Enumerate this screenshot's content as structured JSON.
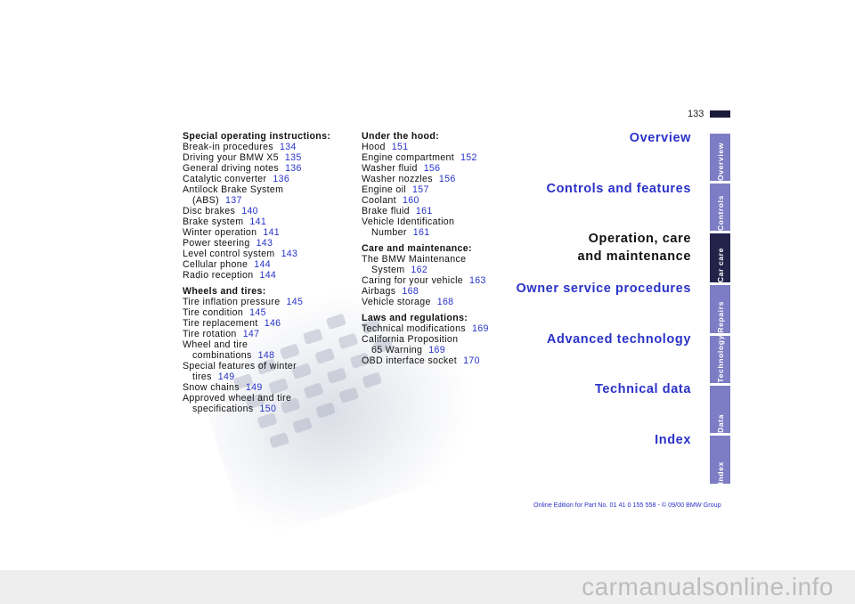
{
  "page_number": "133",
  "left_column": [
    {
      "heading": "Special operating instructions:",
      "entries": [
        {
          "text": "Break-in procedures",
          "page": "134"
        },
        {
          "text": "Driving your BMW X5",
          "page": "135"
        },
        {
          "text": "General driving notes",
          "page": "136"
        },
        {
          "text": "Catalytic converter",
          "page": "136"
        },
        {
          "text": "Antilock Brake System",
          "cont": "(ABS)",
          "page": "137"
        },
        {
          "text": "Disc brakes",
          "page": "140"
        },
        {
          "text": "Brake system",
          "page": "141"
        },
        {
          "text": "Winter operation",
          "page": "141"
        },
        {
          "text": "Power steering",
          "page": "143"
        },
        {
          "text": "Level control system",
          "page": "143"
        },
        {
          "text": "Cellular phone",
          "page": "144"
        },
        {
          "text": "Radio reception",
          "page": "144"
        }
      ]
    },
    {
      "heading": "Wheels and tires:",
      "entries": [
        {
          "text": "Tire inflation pressure",
          "page": "145"
        },
        {
          "text": "Tire condition",
          "page": "145"
        },
        {
          "text": "Tire replacement",
          "page": "146"
        },
        {
          "text": "Tire rotation",
          "page": "147"
        },
        {
          "text": "Wheel and tire",
          "cont": "combinations",
          "page": "148"
        },
        {
          "text": "Special features of winter",
          "cont": "tires",
          "page": "149"
        },
        {
          "text": "Snow chains",
          "page": "149"
        },
        {
          "text": "Approved wheel and tire",
          "cont": "specifications",
          "page": "150"
        }
      ]
    }
  ],
  "right_column": [
    {
      "heading": "Under the hood:",
      "entries": [
        {
          "text": "Hood",
          "page": "151"
        },
        {
          "text": "Engine compartment",
          "page": "152"
        },
        {
          "text": "Washer fluid",
          "page": "156"
        },
        {
          "text": "Washer nozzles",
          "page": "156"
        },
        {
          "text": "Engine oil",
          "page": "157"
        },
        {
          "text": "Coolant",
          "page": "160"
        },
        {
          "text": "Brake fluid",
          "page": "161"
        },
        {
          "text": "Vehicle Identification",
          "cont": "Number",
          "page": "161"
        }
      ]
    },
    {
      "heading": "Care and maintenance:",
      "entries": [
        {
          "text": "The BMW Maintenance",
          "cont": "System",
          "page": "162"
        },
        {
          "text": "Caring for your vehicle",
          "page": "163"
        },
        {
          "text": "Airbags",
          "page": "168"
        },
        {
          "text": "Vehicle storage",
          "page": "168"
        }
      ]
    },
    {
      "heading": "Laws and regulations:",
      "entries": [
        {
          "text": "Technical modifications",
          "page": "169"
        },
        {
          "text": "California Proposition",
          "cont": "65 Warning",
          "page": "169"
        },
        {
          "text": "OBD interface socket",
          "page": "170"
        }
      ]
    }
  ],
  "nav_headings": {
    "overview": "Overview",
    "controls": "Controls and features",
    "operation_line1": "Operation, care",
    "operation_line2": "and maintenance",
    "owner": "Owner service procedures",
    "advanced": "Advanced technology",
    "technical": "Technical data",
    "index": "Index"
  },
  "side_tabs": {
    "overview": "Overview",
    "controls": "Controls",
    "car_care": "Car care",
    "repairs": "Repairs",
    "technology": "Technology",
    "data": "Data",
    "index": "Index"
  },
  "colors": {
    "link": "#2a32c8",
    "tab": "#7c7dc4",
    "tab_active": "#23234a"
  },
  "footer": "Online Edition for Part No. 01 41 0 155 558 - © 09/00 BMW Group",
  "watermark": "carmanualsonline.info"
}
